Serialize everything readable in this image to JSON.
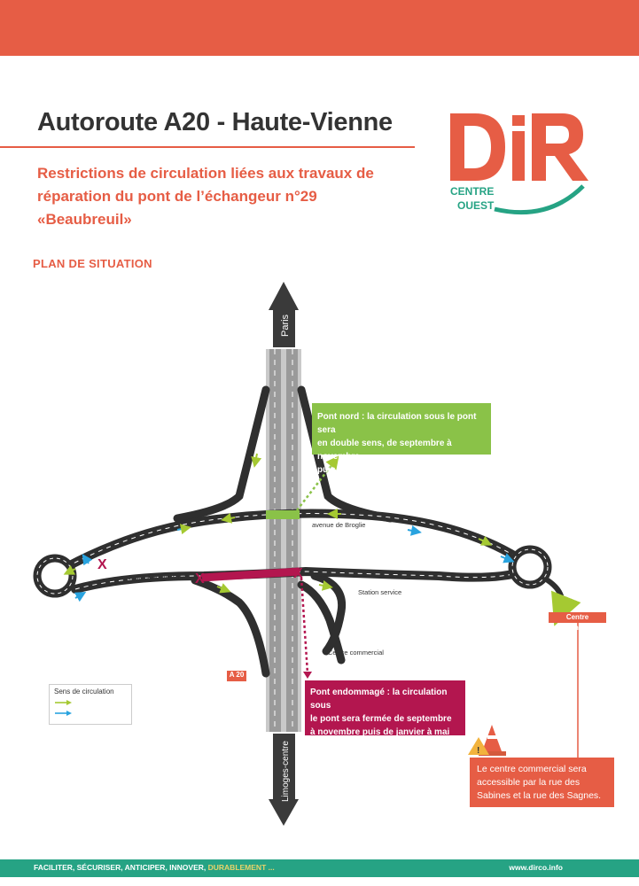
{
  "header": {
    "title": "Autoroute A20 - Haute-Vienne",
    "subtitle_lines": [
      "Restrictions de circulation liées aux travaux de",
      "réparation du pont de l’échangeur n°29",
      "«Beaubreuil»"
    ],
    "plan_title": "PLAN DE SITUATION"
  },
  "logo": {
    "letters": "DiR",
    "line1": "CENTRE",
    "line2": "OUEST"
  },
  "map": {
    "north_label": "Paris",
    "south_label": "Limoges-centre",
    "highway_tag": "A 20",
    "street_broglie": "avenue de Broglie",
    "street_beaubreuil": "avenue de Beaubreuil",
    "station": "Station service",
    "centre_road": "Centre commercial",
    "centre_tag": "Centre commercial"
  },
  "notes": {
    "north_bridge": [
      "Pont nord : la circulation sous le pont sera",
      "en double sens, de septembre à novembre",
      "puis de janvier à mai"
    ],
    "damaged_bridge": [
      "Pont endommagé : la circulation sous",
      "le pont sera fermée de septembre",
      "à novembre puis de janvier à mai"
    ],
    "commercial": [
      "Le centre commercial sera",
      "accessible par la rue des",
      "Sabines et la rue des Sagnes."
    ]
  },
  "legend": {
    "title": "Sens de circulation"
  },
  "footer": {
    "slogan_main": "FACILITER, SÉCURISER, ANTICIPER, INNOVER, ",
    "slogan_accent": "DURABLEMENT ...",
    "url": "www.dirco.info"
  },
  "colors": {
    "brand": "#e65d45",
    "road": "#2f2f2f",
    "north_note": "#8ac248",
    "damaged": "#b3164f",
    "footer": "#26a384",
    "arrow_green": "#a5c932",
    "arrow_blue": "#29a3df"
  }
}
